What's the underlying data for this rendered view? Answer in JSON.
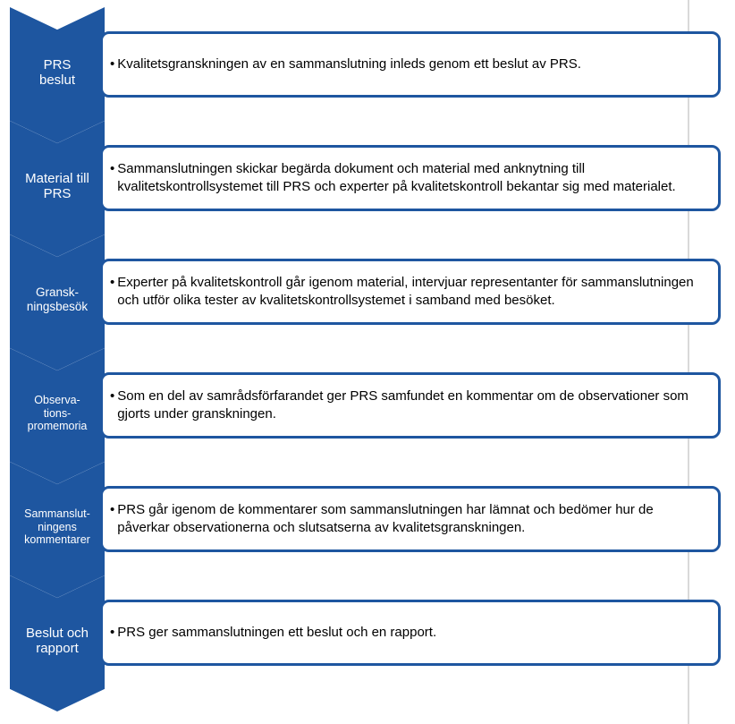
{
  "bullet": "•",
  "colors": {
    "accent_blue": "#1E56A0",
    "page_edge_gray": "#d9d9d9",
    "chevron_text": "#ffffff",
    "body_text": "#000000"
  },
  "steps": [
    {
      "label": "PRS\nbeslut",
      "text": "Kvalitetsgranskningen av en sammanslutning inleds genom ett beslut av PRS."
    },
    {
      "label": "Material till\nPRS",
      "text": "Sammanslutningen skickar begärda dokument och material med anknytning till kvalitetskontrollsystemet till PRS och experter på kvalitetskontroll bekantar sig med materialet."
    },
    {
      "label": "Gransk-\nningsbesök",
      "text": "Experter på kvalitetskontroll går igenom material, intervjuar representanter för sammanslutningen och utför olika tester av kvalitetskontrollsystemet i samband med besöket."
    },
    {
      "label": "Observa-\ntions-\npromemoria",
      "text": "Som en del av samrådsförfarandet ger PRS samfundet en kommentar om de observationer som gjorts under granskningen."
    },
    {
      "label": "Sammanslut-\nningens\nkommentarer",
      "text": "PRS går igenom de kommentarer som sammanslutningen har lämnat och bedömer hur de påverkar observationerna och slutsatserna av kvalitetsgranskningen."
    },
    {
      "label": "Beslut och\nrapport",
      "text": "PRS ger sammanslutningen ett beslut och en rapport."
    }
  ]
}
